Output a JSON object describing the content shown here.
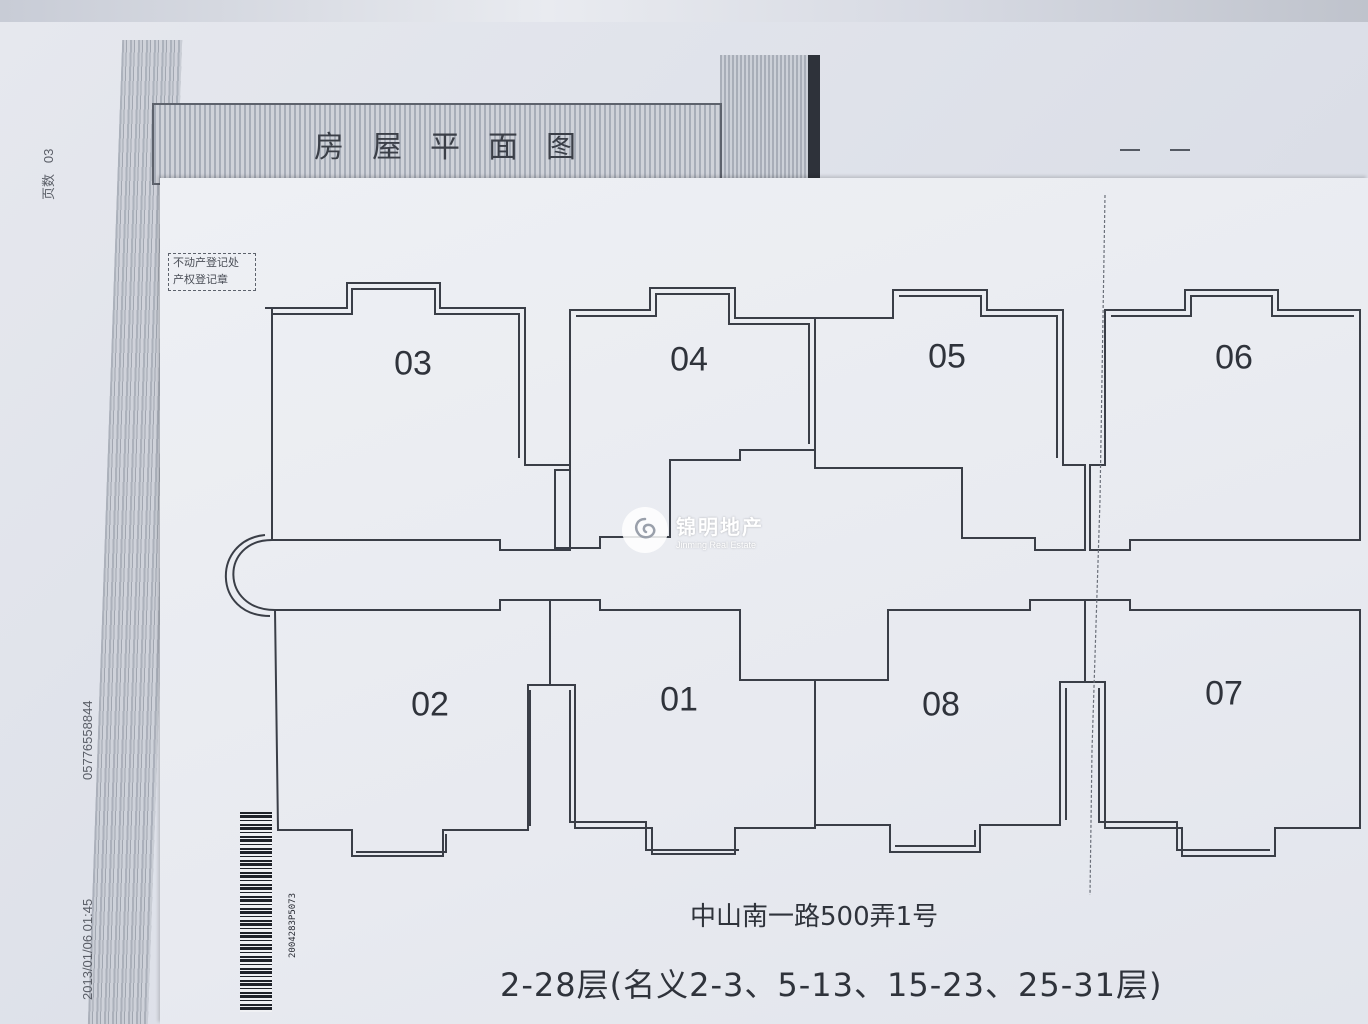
{
  "title": "房屋平面图",
  "stamp": {
    "line1": "不动产登记处",
    "line2": "产权登记章"
  },
  "side": {
    "page_label": "页数",
    "page_value": "03",
    "code": "05776558844",
    "datetime": "2013/01/06   01:45"
  },
  "rooms": [
    "03",
    "04",
    "05",
    "06",
    "02",
    "01",
    "08",
    "07"
  ],
  "address": "中山南一路500弄1号",
  "floors": "2-28层(名义2-3、5-13、15-23、25-31层)",
  "barcode_number": "2004283P5073",
  "watermark": {
    "name_cn": "锦明地产",
    "name_en": "Jinming Real Estate"
  },
  "colors": {
    "line": "#3a3e47",
    "paper": "#e8eaf0",
    "scan": "#9aa0ab"
  }
}
